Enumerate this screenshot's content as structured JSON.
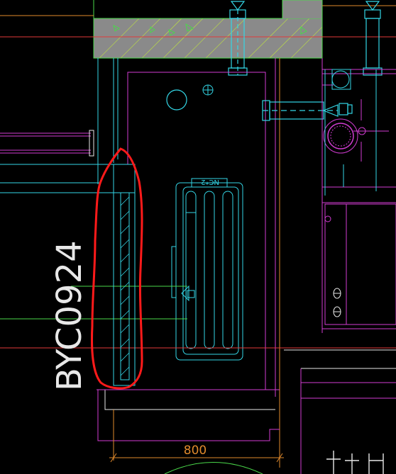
{
  "drawing": {
    "tag_label": "BYC0924",
    "dimension_label": "800",
    "unit_label": "NC*2"
  },
  "colors": {
    "background": "#000000",
    "cyan": "#33d6e6",
    "magenta": "#d23cd2",
    "red": "#e23a3a",
    "orange": "#e08a2c",
    "green": "#4ad84a",
    "white": "#e8e8e8",
    "wall_fill": "#8a8a8a",
    "annotation_red": "#ff1a1a"
  }
}
